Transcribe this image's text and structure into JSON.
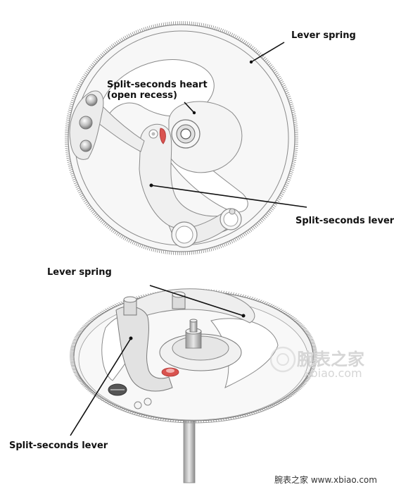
{
  "top_diagram": {
    "labels": {
      "lever_spring": "Lever spring",
      "heart_line1": "Split-seconds heart",
      "heart_line2": "(open recess)",
      "split_lever": "Split-seconds lever"
    }
  },
  "bottom_diagram": {
    "labels": {
      "lever_spring": "Lever spring",
      "split_lever": "Split-seconds lever"
    }
  },
  "watermark": {
    "chinese": "腕表之家",
    "latin": "xbiao.com"
  },
  "footer": {
    "text": "腕表之家 www.xbiao.com"
  },
  "colors": {
    "outline": "#8a8a8a",
    "fill": "#f2f2f2",
    "accent_red": "#d9534f",
    "leader": "#111111"
  }
}
